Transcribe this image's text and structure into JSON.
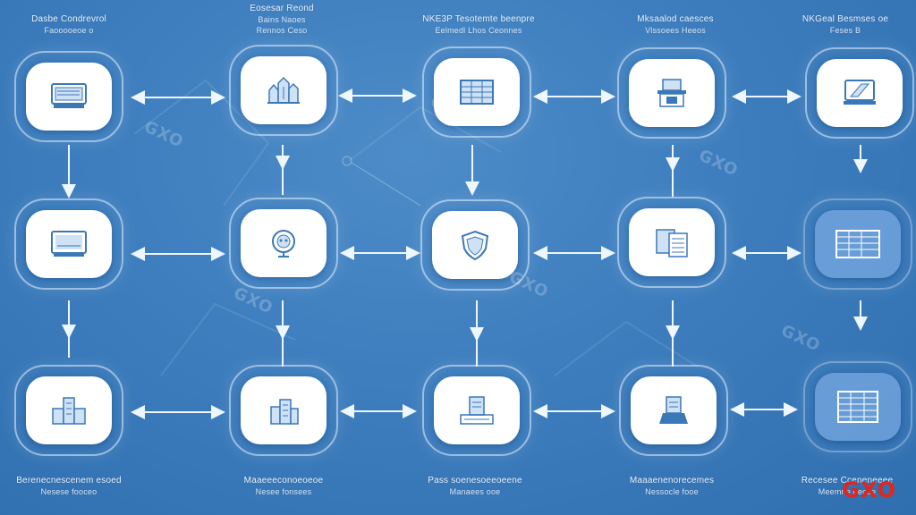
{
  "header_captions": [
    {
      "line1": "Dasbe Condrevrol",
      "line2": "Faooooeoe o"
    },
    {
      "line1": "Eosesar Reond",
      "line2": "Bains Naoes",
      "line3": "Rennos Ceso"
    },
    {
      "line1": "NKE3P Tesotemte beenpre",
      "line2": "Eelmedl Lhos Ceonnes"
    },
    {
      "line1": "Mksaalod caesces",
      "line2": "Vlssoees Heeos"
    },
    {
      "line1": "NKGeal Besmses oe",
      "line2": "Feses B"
    }
  ],
  "footer_captions": [
    {
      "line1": "Berenecnescenem esoed",
      "line2": "Nesese fooceo"
    },
    {
      "line1": "Maaeeeconoeoeoe",
      "line2": "Nesee fonsees"
    },
    {
      "line1": "Pass soenesoeeoeene",
      "line2": "Manaees ooe"
    },
    {
      "line1": "Maaaenenorecemes",
      "line2": "Nessocle fooe"
    },
    {
      "line1": "Recesee Cceneneeee",
      "line2": "Meemne eecoe"
    }
  ],
  "nodes": [
    {
      "name": "monitor",
      "icon": "monitor-icon"
    },
    {
      "name": "city",
      "icon": "city-icon"
    },
    {
      "name": "spreadsheet",
      "icon": "spreadsheet-icon"
    },
    {
      "name": "kiosk",
      "icon": "kiosk-icon"
    },
    {
      "name": "tablet",
      "icon": "tablet-icon"
    },
    {
      "name": "display",
      "icon": "display-icon"
    },
    {
      "name": "robot",
      "icon": "robot-icon"
    },
    {
      "name": "shield",
      "icon": "shield-icon"
    },
    {
      "name": "documents",
      "icon": "documents-icon"
    },
    {
      "name": "data-table",
      "icon": "data-table-icon"
    },
    {
      "name": "buildings",
      "icon": "buildings-icon"
    },
    {
      "name": "tower",
      "icon": "tower-icon"
    },
    {
      "name": "server",
      "icon": "server-icon"
    },
    {
      "name": "terminal",
      "icon": "terminal-icon"
    },
    {
      "name": "grid",
      "icon": "grid-icon"
    }
  ],
  "watermark": "GXO",
  "logo": "GXO",
  "colors": {
    "background": "#3f7fbf",
    "connector": "#eef6ff",
    "card": "#ffffff",
    "icon": "#3a78b8",
    "logo": "#e1261c"
  }
}
